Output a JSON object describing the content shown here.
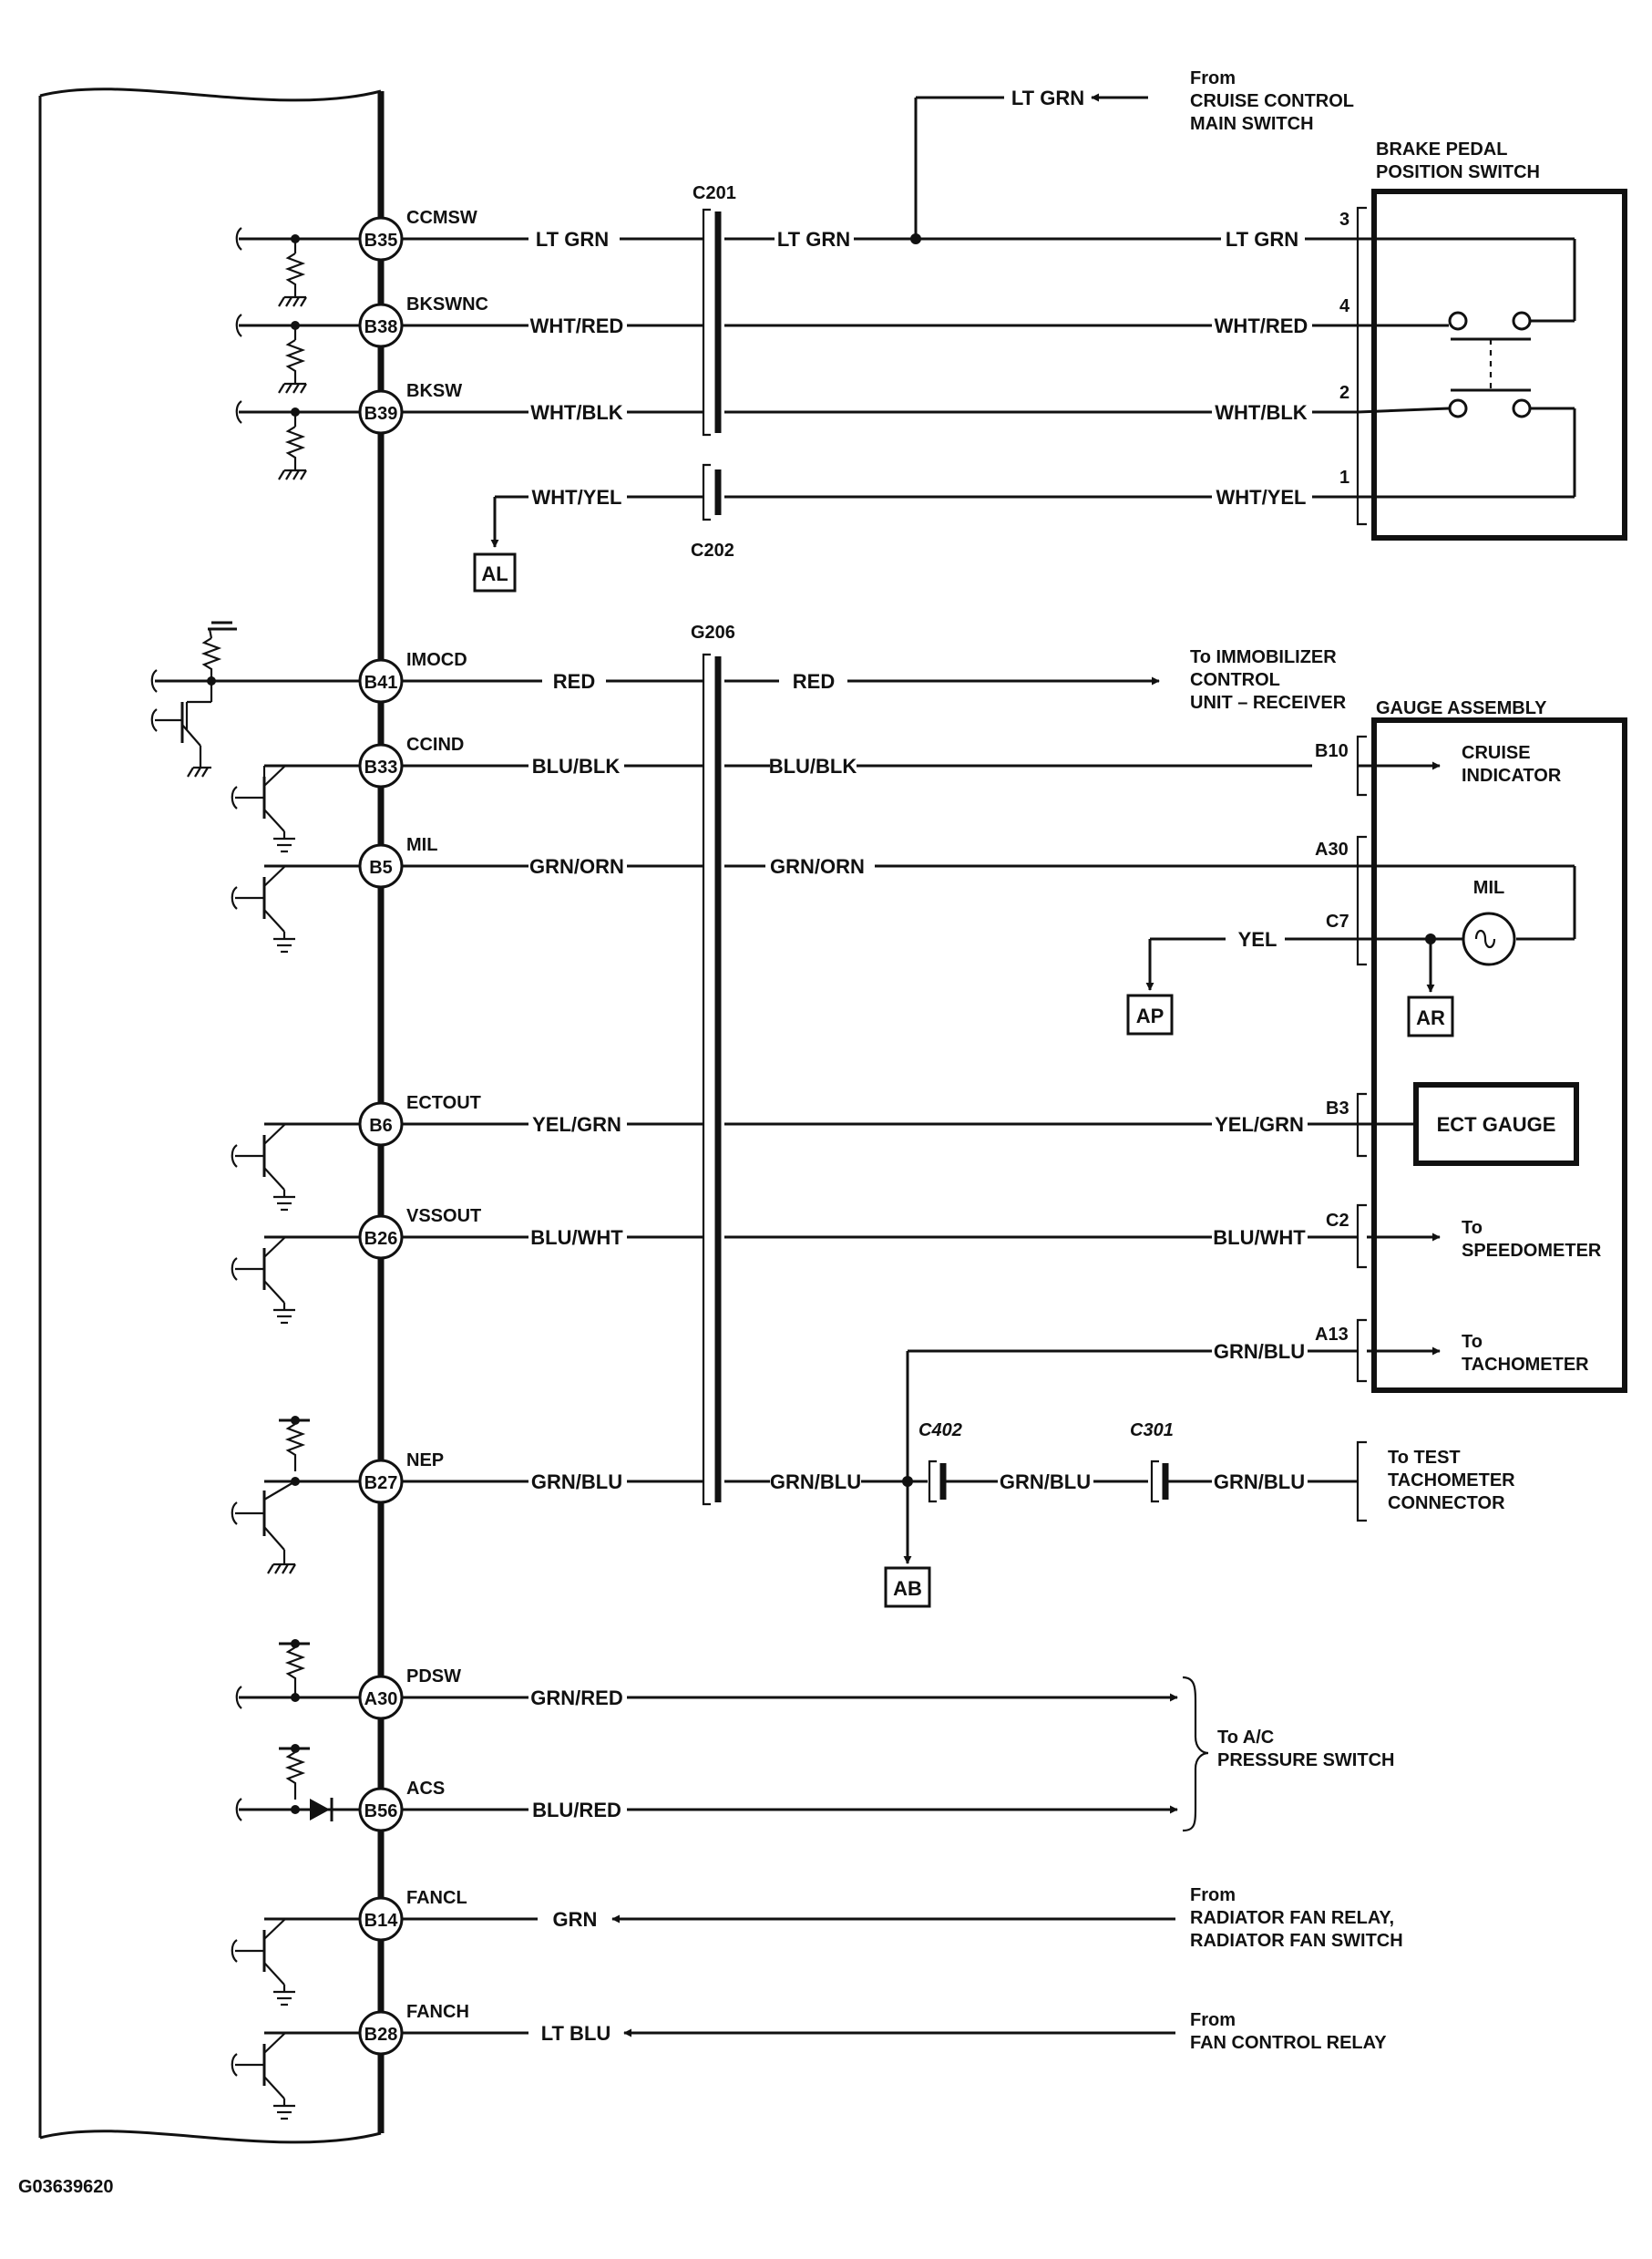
{
  "figure_id": "G03639620",
  "ecm_pins": [
    {
      "pin": "B35",
      "signal": "CCMSW",
      "wire": "LT GRN"
    },
    {
      "pin": "B38",
      "signal": "BKSWNC",
      "wire": "WHT/RED"
    },
    {
      "pin": "B39",
      "signal": "BKSW",
      "wire": "WHT/BLK"
    },
    {
      "pin": "B41",
      "signal": "IMOCD",
      "wire": "RED"
    },
    {
      "pin": "B33",
      "signal": "CCIND",
      "wire": "BLU/BLK"
    },
    {
      "pin": "B5",
      "signal": "MIL",
      "wire": "GRN/ORN"
    },
    {
      "pin": "B6",
      "signal": "ECTOUT",
      "wire": "YEL/GRN"
    },
    {
      "pin": "B26",
      "signal": "VSSOUT",
      "wire": "BLU/WHT"
    },
    {
      "pin": "B27",
      "signal": "NEP",
      "wire": "GRN/BLU"
    },
    {
      "pin": "A30",
      "signal": "PDSW",
      "wire": "GRN/RED"
    },
    {
      "pin": "B56",
      "signal": "ACS",
      "wire": "BLU/RED"
    },
    {
      "pin": "B14",
      "signal": "FANCL",
      "wire": "GRN"
    },
    {
      "pin": "B28",
      "signal": "FANCH",
      "wire": "LT BLU"
    }
  ],
  "connectors": {
    "c201": "C201",
    "c202": "C202",
    "g206": "G206",
    "c402": "C402",
    "c301": "C301"
  },
  "wires_right": {
    "lt_grn": "LT GRN",
    "wht_red": "WHT/RED",
    "wht_blk": "WHT/BLK",
    "wht_yel": "WHT/YEL",
    "wht_yel_left": "WHT/YEL",
    "red": "RED",
    "blu_blk": "BLU/BLK",
    "grn_orn": "GRN/ORN",
    "yel": "YEL",
    "yel_grn": "YEL/GRN",
    "blu_wht": "BLU/WHT",
    "grn_blu": "GRN/BLU",
    "lt_grn_top": "LT GRN"
  },
  "brake_switch": {
    "title_l1": "BRAKE PEDAL",
    "title_l2": "POSITION SWITCH",
    "pins": [
      "3",
      "4",
      "2",
      "1"
    ]
  },
  "cruise_source": {
    "l1": "From",
    "l2": "CRUISE CONTROL",
    "l3": "MAIN SWITCH"
  },
  "immobilizer": {
    "l1": "To IMMOBILIZER",
    "l2": "CONTROL",
    "l3": "UNIT – RECEIVER"
  },
  "gauge_assembly": {
    "title": "GAUGE ASSEMBLY",
    "pins": {
      "b10": "B10",
      "a30": "A30",
      "c7": "C7",
      "b3": "B3",
      "c2": "C2",
      "a13": "A13"
    },
    "cruise_indicator": {
      "l1": "CRUISE",
      "l2": "INDICATOR"
    },
    "mil": "MIL",
    "ect_gauge": "ECT GAUGE",
    "speedometer": {
      "l1": "To",
      "l2": "SPEEDOMETER"
    },
    "tachometer": {
      "l1": "To",
      "l2": "TACHOMETER"
    }
  },
  "test_tach": {
    "l1": "To TEST",
    "l2": "TACHOMETER",
    "l3": "CONNECTOR"
  },
  "ac_switch": {
    "l1": "To A/C",
    "l2": "PRESSURE SWITCH"
  },
  "fan_relay_switch": {
    "l1": "From",
    "l2": "RADIATOR FAN RELAY,",
    "l3": "RADIATOR FAN SWITCH"
  },
  "fan_control_relay": {
    "l1": "From",
    "l2": "FAN CONTROL RELAY"
  },
  "refs": {
    "al": "AL",
    "ap": "AP",
    "ar": "AR",
    "ab": "AB"
  }
}
